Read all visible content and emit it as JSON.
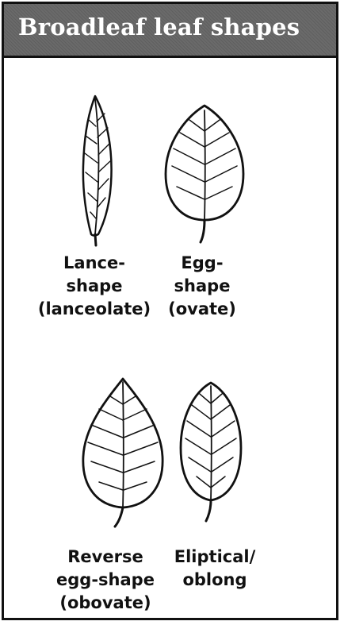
{
  "panel": {
    "title": "Broadleaf leaf shapes"
  },
  "leaves": [
    {
      "id": "lanceolate",
      "lines": [
        "Lance-",
        "shape",
        "(lanceolate)"
      ]
    },
    {
      "id": "ovate",
      "lines": [
        "Egg-",
        "shape",
        "(ovate)"
      ]
    },
    {
      "id": "obovate",
      "lines": [
        "Reverse",
        "egg-shape",
        "(obovate)"
      ]
    },
    {
      "id": "elliptical",
      "lines": [
        "Eliptical/",
        "oblong"
      ]
    }
  ]
}
